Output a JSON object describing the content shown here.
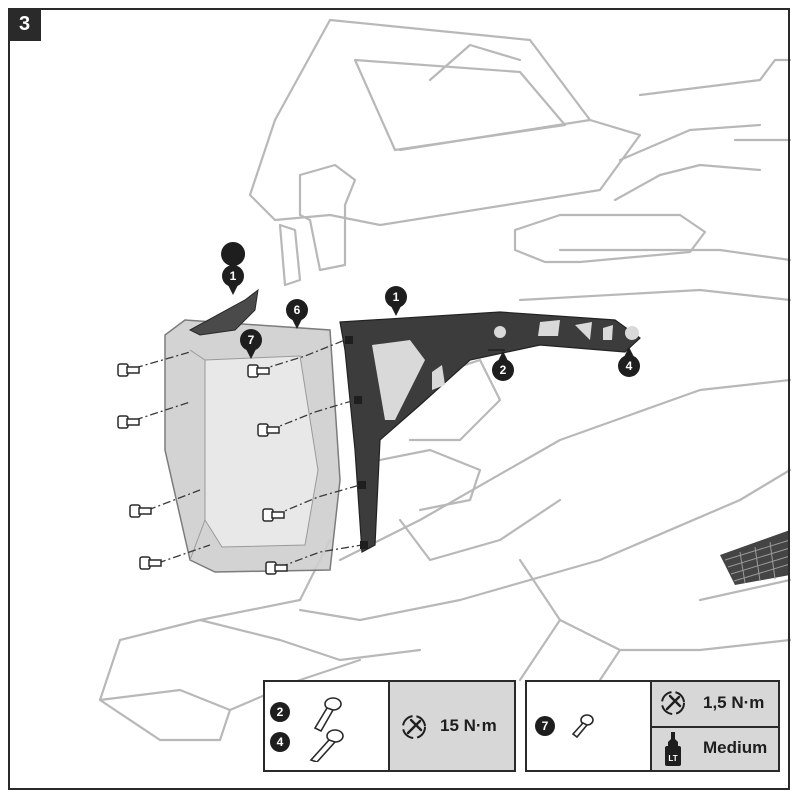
{
  "step_number": "3",
  "callouts": [
    {
      "id": "c1a",
      "label": "1"
    },
    {
      "id": "c1b",
      "label": "1"
    },
    {
      "id": "c6",
      "label": "6"
    },
    {
      "id": "c7",
      "label": "7"
    },
    {
      "id": "c2",
      "label": "2"
    },
    {
      "id": "c4",
      "label": "4"
    }
  ],
  "torque_box_left": {
    "parts": [
      "2",
      "4"
    ],
    "torque": "15 N·m",
    "icon": "torque-wrench-icon"
  },
  "torque_box_right": {
    "part": "7",
    "torque": "1,5 N·m",
    "threadlock": "Medium",
    "icons": [
      "torque-wrench-icon",
      "threadlock-bottle-icon"
    ]
  },
  "colors": {
    "outline": "#2a2a2a",
    "accent_dark": "#3a3a3a",
    "panel_grey": "#d7d7d7",
    "shield": "#c9c9c9"
  }
}
